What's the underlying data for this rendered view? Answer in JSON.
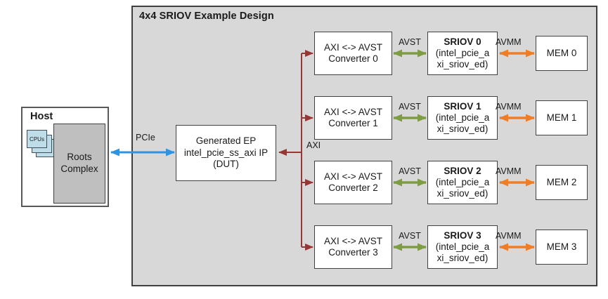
{
  "design": {
    "title": "4x4 SRIOV Example Design"
  },
  "host": {
    "title": "Host",
    "cpus_label": "CPUs",
    "roots_complex": "Roots Complex"
  },
  "dut": {
    "line1": "Generated EP",
    "line2": "intel_pcie_ss_axi IP",
    "line3": "(DUT)"
  },
  "buses": {
    "pcie": "PCIe",
    "axi": "AXI"
  },
  "rows": [
    {
      "converter_line1": "AXI <-> AVST",
      "converter_line2": "Converter 0",
      "avst": "AVST",
      "sriov_name": "SRIOV 0",
      "sriov_detail1": "(intel_pcie_a",
      "sriov_detail2": "xi_sriov_ed)",
      "avmm": "AVMM",
      "mem": "MEM 0"
    },
    {
      "converter_line1": "AXI <-> AVST",
      "converter_line2": "Converter 1",
      "avst": "AVST",
      "sriov_name": "SRIOV 1",
      "sriov_detail1": "(intel_pcie_a",
      "sriov_detail2": "xi_sriov_ed)",
      "avmm": "AVMM",
      "mem": "MEM 1"
    },
    {
      "converter_line1": "AXI <-> AVST",
      "converter_line2": "Converter 2",
      "avst": "AVST",
      "sriov_name": "SRIOV 2",
      "sriov_detail1": "(intel_pcie_a",
      "sriov_detail2": "xi_sriov_ed)",
      "avmm": "AVMM",
      "mem": "MEM 2"
    },
    {
      "converter_line1": "AXI <-> AVST",
      "converter_line2": "Converter 3",
      "avst": "AVST",
      "sriov_name": "SRIOV 3",
      "sriov_detail1": "(intel_pcie_a",
      "sriov_detail2": "xi_sriov_ed)",
      "avmm": "AVMM",
      "mem": "MEM 3"
    }
  ],
  "colors": {
    "pcie_blue": "#2e93e0",
    "axi_red": "#953735",
    "avst_green": "#7d9c44",
    "avmm_orange": "#ee7d28"
  }
}
